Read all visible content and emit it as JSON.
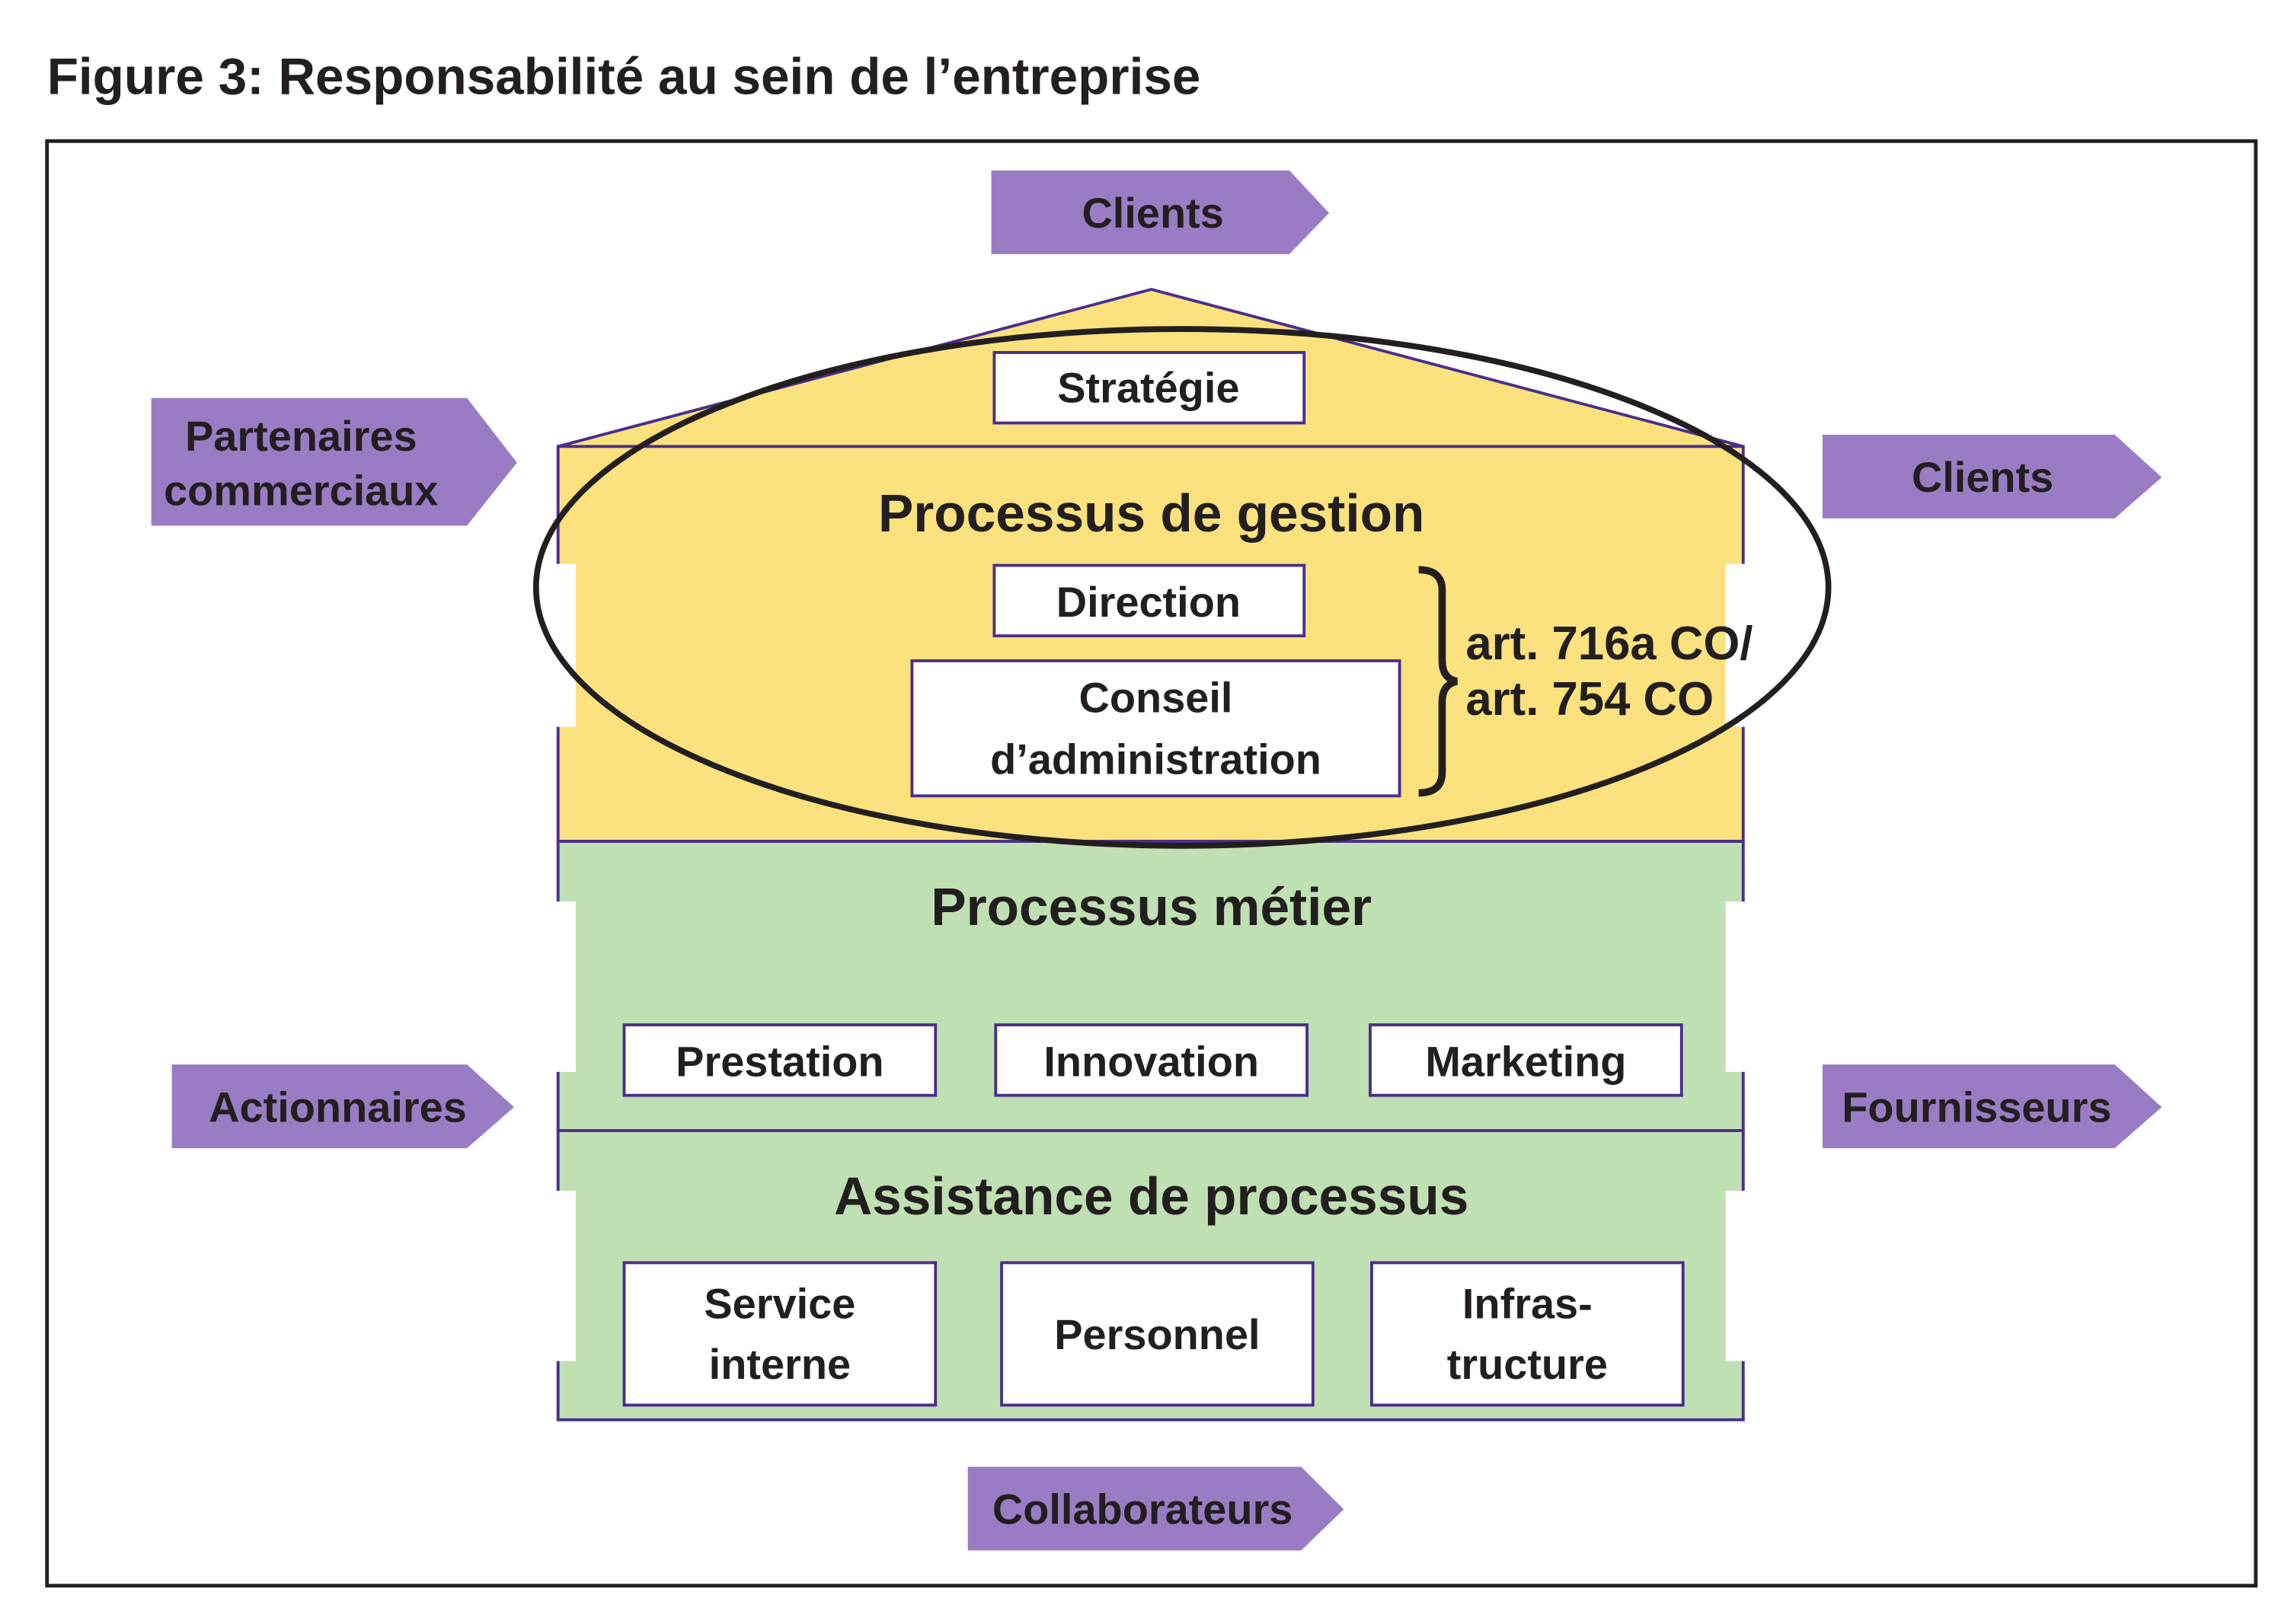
{
  "title": "Figure 3: Responsabilité au sein de l’entreprise",
  "colors": {
    "arrow": "#9a7cc4",
    "management": "#fbe27e",
    "business": "#bfe0b2",
    "outline": "#4b2e8a"
  },
  "stakeholders": {
    "top": "Clients",
    "left_top": [
      "Partenaires",
      "commerciaux"
    ],
    "right_top": "Clients",
    "left_bottom": "Actionnaires",
    "right_bottom": "Fournisseurs",
    "bottom": "Collaborateurs"
  },
  "house": {
    "roof": {
      "box": "Stratégie"
    },
    "management": {
      "title": "Processus de gestion",
      "boxes": {
        "direction": "Direction",
        "board": [
          "Conseil",
          "d’administration"
        ]
      },
      "legal_ref": [
        "art. 716a CO/",
        "art. 754 CO"
      ]
    },
    "business": {
      "title": "Processus métier",
      "boxes": [
        "Prestation",
        "Innovation",
        "Marketing"
      ]
    },
    "support": {
      "title": "Assistance de processus",
      "boxes": [
        [
          "Service",
          "interne"
        ],
        [
          "Personnel"
        ],
        [
          "Infras-",
          "tructure"
        ]
      ]
    }
  }
}
